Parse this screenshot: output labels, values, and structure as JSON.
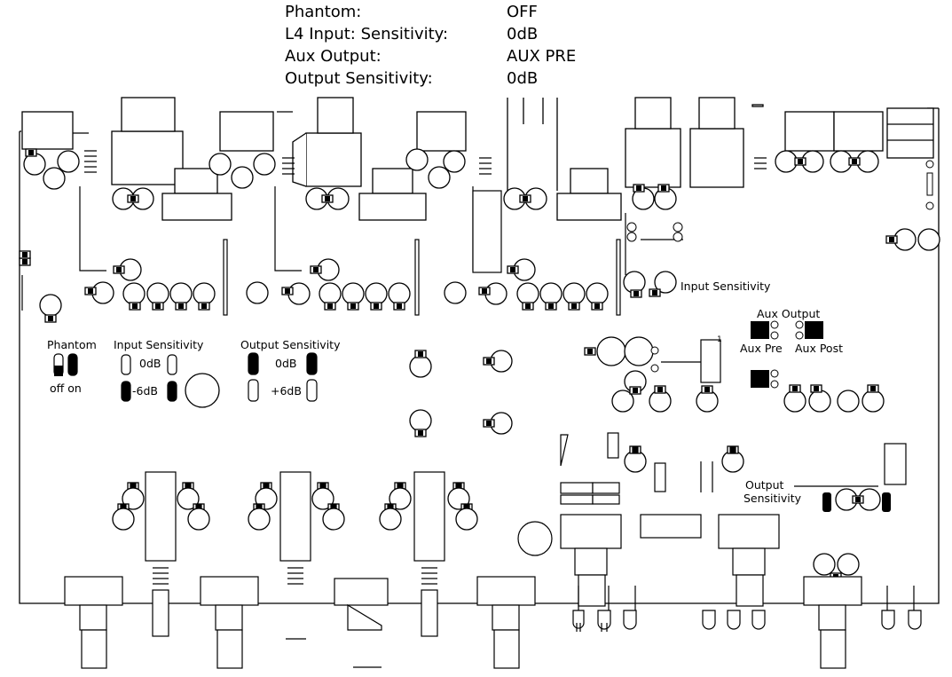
{
  "header": {
    "rows": [
      {
        "label": "Phantom:",
        "value": "OFF"
      },
      {
        "label": "L4 Input: Sensitivity:",
        "value": "0dB"
      },
      {
        "label": "Aux Output:",
        "value": "AUX PRE"
      },
      {
        "label": "Output Sensitivity:",
        "value": "0dB"
      }
    ]
  },
  "labels": {
    "phantom_title": "Phantom",
    "phantom_off_on": "off on",
    "input_sens_title": "Input Sensitivity",
    "input_sens_0db": "0dB",
    "input_sens_minus6": "-6dB",
    "output_sens_title": "Output Sensitivity",
    "output_sens_0db": "0dB",
    "output_sens_plus6": "+6dB",
    "input_sens_right": "Input Sensitivity",
    "aux_output": "Aux Output",
    "aux_pre": "Aux Pre",
    "aux_post": "Aux Post",
    "output_label_1": "Output",
    "output_label_2": "Sensitivity",
    "pin_one": "1"
  },
  "jumper_settings": {
    "phantom": "off",
    "input_sensitivity": "0dB",
    "aux_output": "Aux Pre",
    "output_sensitivity": "0dB"
  }
}
